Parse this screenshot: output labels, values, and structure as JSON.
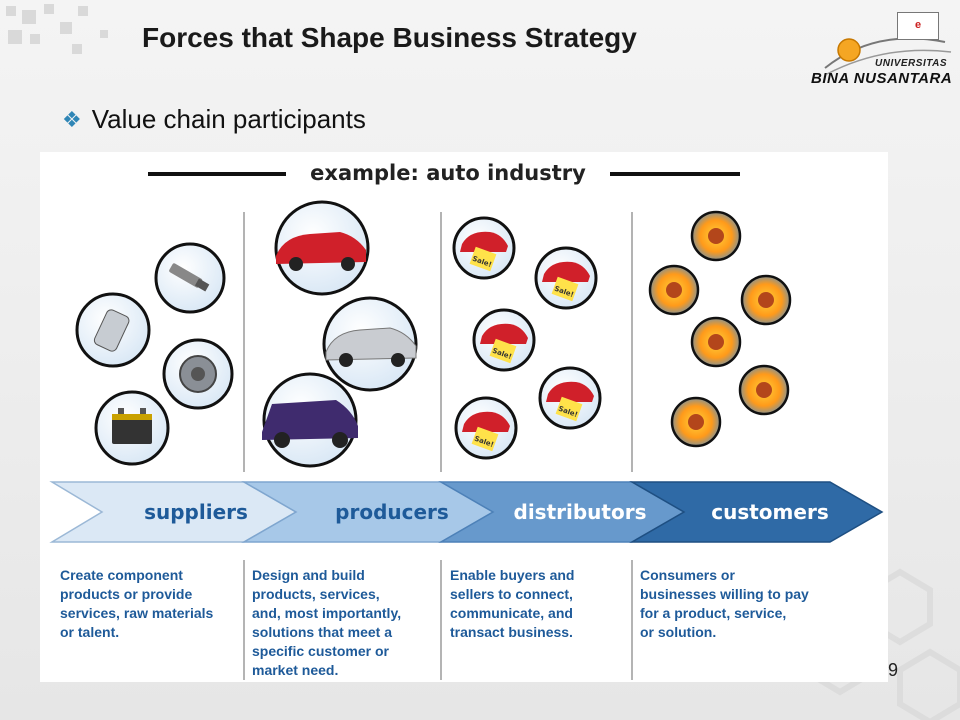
{
  "slide": {
    "title": "Forces that Shape Business Strategy",
    "bullet": "Value chain participants",
    "page_number": "9",
    "bullet_icon": "diamond-bullet-icon"
  },
  "logo": {
    "badge": "e",
    "line1": "UNIVERSITAS",
    "line2": "BINA NUSANTARA"
  },
  "figure": {
    "heading": "example: auto industry",
    "stages": [
      {
        "label": "suppliers",
        "description": "Create component\nproducts or provide\nservices, raw materials\nor talent."
      },
      {
        "label": "producers",
        "description": "Design and build\nproducts, services,\nand, most importantly,\nsolutions that meet a\nspecific customer or\nmarket need."
      },
      {
        "label": "distributors",
        "description": "Enable buyers and\nsellers to connect,\ncommunicate, and\ntransact business."
      },
      {
        "label": "customers",
        "description": "Consumers or\nbusinesses willing to pay\nfor a product, service,\nor solution."
      }
    ],
    "sale_tag": "Sale!",
    "colors": {
      "suppliers": "#dbe8f5",
      "producers": "#a7c8e8",
      "distributors": "#6799cc",
      "customers": "#2f6aa6",
      "text": "#1e5a99"
    }
  }
}
